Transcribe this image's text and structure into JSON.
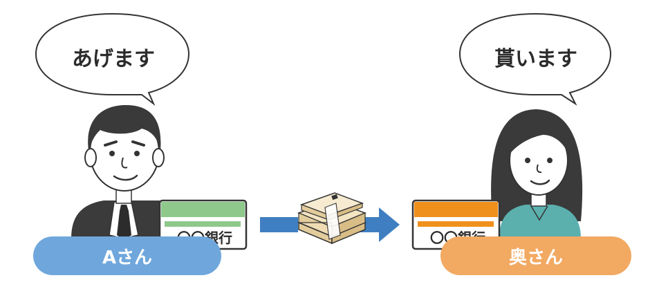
{
  "left_person": {
    "speech": "あげます",
    "name_label": "Aさん",
    "label_color": "#6fa7dc",
    "bank_card_text": "〇〇銀行",
    "bank_card_color": "#8ec98b"
  },
  "right_person": {
    "speech": "貰います",
    "name_label": "奥さん",
    "label_color": "#f2a962",
    "bank_card_text": "〇〇銀行",
    "bank_card_color": "#f0901c"
  },
  "transfer_arrow_color": "#3f7fc1",
  "money_icon": "cash-bundle-icon"
}
